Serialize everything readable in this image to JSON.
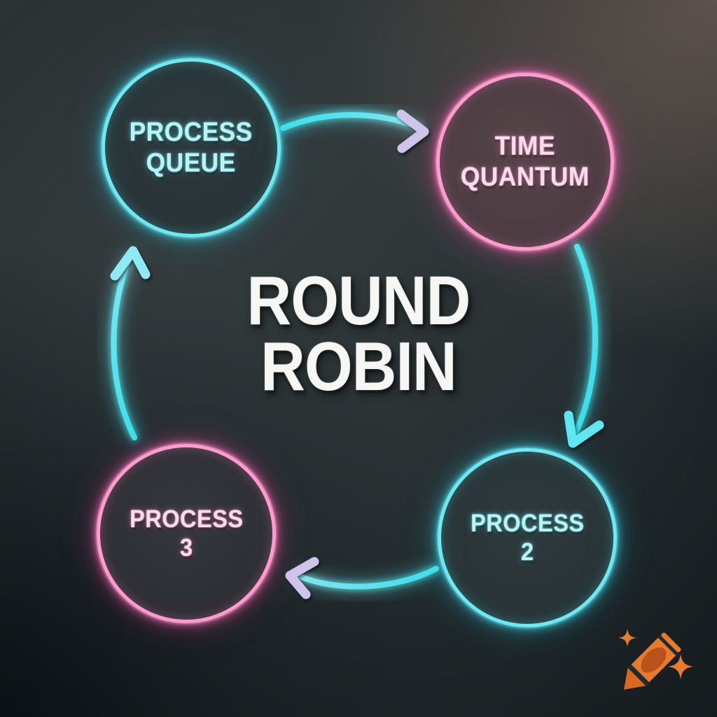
{
  "title": {
    "line1": "ROUND",
    "line2": "ROBIN"
  },
  "nodes": [
    {
      "id": "process-queue",
      "line1": "PROCESS",
      "line2": "QUEUE",
      "color": "#6fe9ef",
      "text_color": "#b7f3f7",
      "position": "top-left"
    },
    {
      "id": "time-quantum",
      "line1": "TIME",
      "line2": "QUANTUM",
      "color": "#ff9ccd",
      "text_color": "#fbdcec",
      "position": "top-right"
    },
    {
      "id": "process-3",
      "line1": "PROCESS",
      "line2": "3",
      "color": "#ff9ccd",
      "text_color": "#fbdcec",
      "position": "bottom-left"
    },
    {
      "id": "process-2",
      "line1": "PROCESS",
      "line2": "2",
      "color": "#6fe9ef",
      "text_color": "#b7f3f7",
      "position": "bottom-right"
    }
  ],
  "arrows": [
    {
      "id": "queue-to-quantum",
      "from": "process-queue",
      "to": "time-quantum",
      "direction": "left-to-right",
      "stroke_color": "#4fe3ee",
      "head_color": "#cdc2e8"
    },
    {
      "id": "quantum-to-p2",
      "from": "time-quantum",
      "to": "process-2",
      "direction": "top-to-bottom",
      "stroke_color": "#4fe3ee",
      "head_color": "#5de8f0"
    },
    {
      "id": "p2-to-p3",
      "from": "process-2",
      "to": "process-3",
      "direction": "right-to-left",
      "stroke_color": "#4fe3ee",
      "head_color": "#cdc2e8"
    },
    {
      "id": "p3-to-queue",
      "from": "process-3",
      "to": "process-queue",
      "direction": "bottom-to-top",
      "stroke_color": "#4fe3ee",
      "head_color": "#8fe9f2"
    }
  ],
  "watermark": {
    "name": "craiyon-crayon-logo",
    "body_color": "#e87a2c",
    "dark_color": "#b8531a",
    "sparkle_color": "#e87a2c"
  },
  "background": {
    "top_left": "#394143",
    "top_right": "#7c6c65",
    "bottom_left": "#1a2225",
    "bottom_right": "#222b2e"
  },
  "diagram": {
    "type": "cycle",
    "direction": "clockwise",
    "node_count": 4
  }
}
